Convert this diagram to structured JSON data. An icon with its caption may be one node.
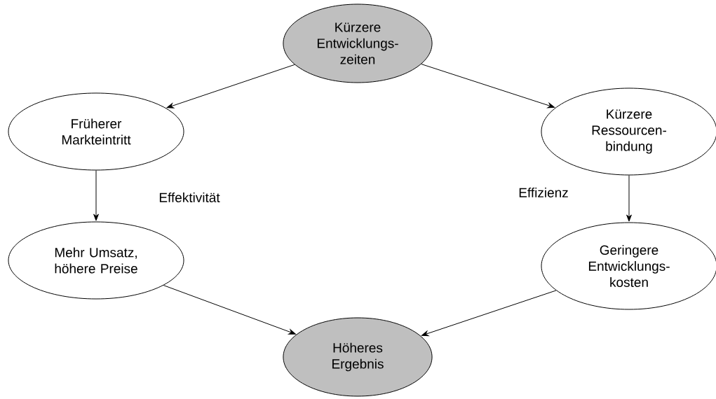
{
  "diagram": {
    "nodes": [
      {
        "text": [
          "Kürzere Entwicklungs- zeiten"
        ]
      },
      {
        "text": [
          "Früherer Markteintritt"
        ]
      },
      {
        "text": [
          "Kürzere Ressourcen- bindung"
        ]
      },
      {
        "text": [
          "Mehr Umsatz, höhere Preise"
        ]
      },
      {
        "text": [
          "Geringere Entwicklungs- kosten"
        ]
      },
      {
        "text": [
          "Höheres Ergebnis"
        ]
      }
    ],
    "edges": [
      {
        "from": 0,
        "to": 1,
        "arrow": "to"
      },
      {
        "from": 0,
        "to": 2,
        "arrow": "to"
      },
      {
        "from": 1,
        "to": 3,
        "arrow": "to"
      },
      {
        "from": 2,
        "to": 4,
        "arrow": "to"
      },
      {
        "from": 3,
        "to": 5,
        "arrow": "to"
      },
      {
        "from": 4,
        "to": 5,
        "arrow": "to"
      }
    ],
    "labels": [
      "Effektivität",
      "Effizienz"
    ]
  }
}
